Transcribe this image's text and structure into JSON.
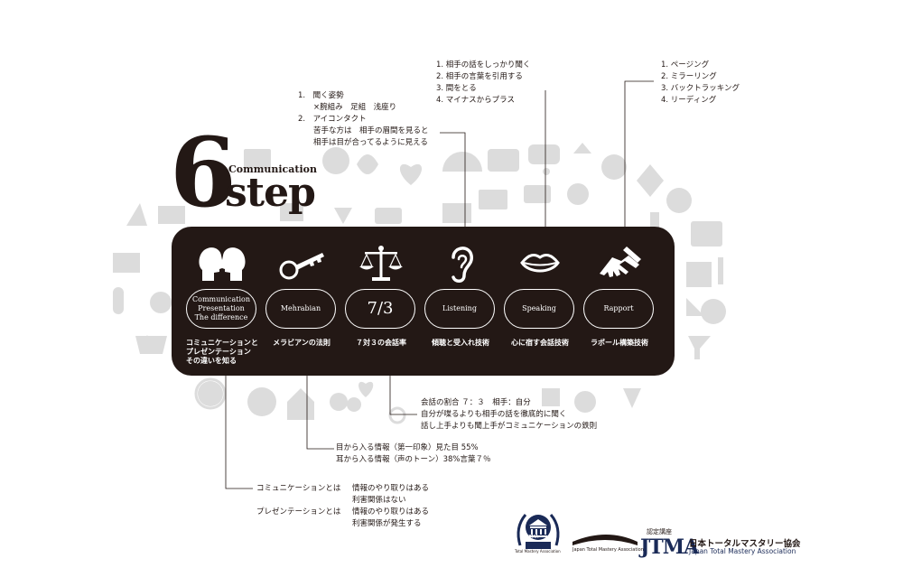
{
  "title": {
    "number": "6",
    "word": "step",
    "small": "Communication"
  },
  "steps": [
    {
      "id": "s1",
      "icon": "two-faces-icon",
      "oval": "Communication\nPresentation\nThe difference",
      "label": "コミュニケーションと\nプレゼンテーション\nその違いを知る"
    },
    {
      "id": "s2",
      "icon": "key-icon",
      "oval": "Mehrabian",
      "label": "メラビアンの法則"
    },
    {
      "id": "s3",
      "icon": "scale-icon",
      "oval": "7/3",
      "label": "７対３の会話率"
    },
    {
      "id": "s4",
      "icon": "ear-icon",
      "oval": "Listening",
      "label": "傾聴と受入れ技術"
    },
    {
      "id": "s5",
      "icon": "lips-icon",
      "oval": "Speaking",
      "label": "心に宿す会話技術"
    },
    {
      "id": "s6",
      "icon": "handshake-icon",
      "oval": "Rapport",
      "label": "ラポール構築技術"
    }
  ],
  "notes": {
    "top1": "1.　聞く姿勢\n　　×腕組み　足組　浅座り\n2.　アイコンタクト\n　　苦手な方は　相手の眉間を見ると\n　　相手は目が合ってるように見える",
    "top2": "1. 相手の話をしっかり聞く\n2. 相手の言葉を引用する\n3. 間をとる\n4. マイナスからプラス",
    "top3": "1. ページング\n2. ミラーリング\n3. バックトラッキング\n4. リーディング",
    "b1": "会話の割合 ７：３　相手：自分\n自分が喋るよりも相手の話を徹底的に聞く\n話し上手よりも聞上手がコミュニケーションの鉄則",
    "b2": "目から入る情報（第一印象）見た目 55%\n耳から入る情報（声のトーン）38%言葉７％",
    "b3a": "コミュニケーションとは",
    "b3b": "情報のやり取りはある\n利害関係はない",
    "b3c": "プレゼンテーションとは",
    "b3d": "情報のやり取りはある\n利害関係が発生する"
  },
  "logos": {
    "emblem_text": "JTMA",
    "emblem_sub": "Total Mastery Association",
    "banner_text": "Japan Total Mastery Association",
    "cert": "認定講座",
    "jtma": "JTMA",
    "org_jp": "日本トータルマスタリー協会",
    "org_en": "Japan Total Mastery Association"
  },
  "colors": {
    "dark": "#231815",
    "bg_icons": "#d9d9d9",
    "navy": "#1a2a57"
  }
}
